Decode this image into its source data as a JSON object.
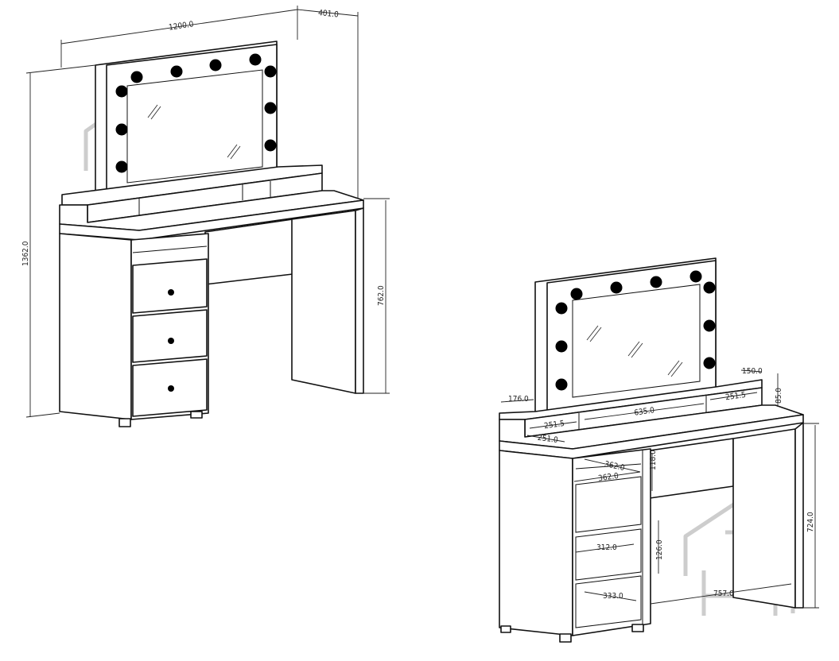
{
  "left_view": {
    "dimensions": {
      "width": "1200.0",
      "depth": "401.0",
      "total_height": "1362.0",
      "desk_height": "762.0"
    }
  },
  "right_view": {
    "dimensions": {
      "shelf_side": "176.0",
      "top_shelf_depth": "150.0",
      "right_compartment": "251.5",
      "shelf_height": "85.0",
      "left_compartment": "251.5",
      "center_compartment": "635.0",
      "left_offset": "251.0",
      "drawer_top_width_a": "362.0",
      "drawer_top_width_b": "362.0",
      "top_drawer_height": "118.0",
      "desk_height": "724.0",
      "mid_drawer_width": "312.0",
      "drawer_height": "126.0",
      "bottom_drawer_width": "333.0",
      "knee_space": "757.0"
    }
  },
  "watermark": {
    "icon": "house-with-sofa-logo"
  }
}
